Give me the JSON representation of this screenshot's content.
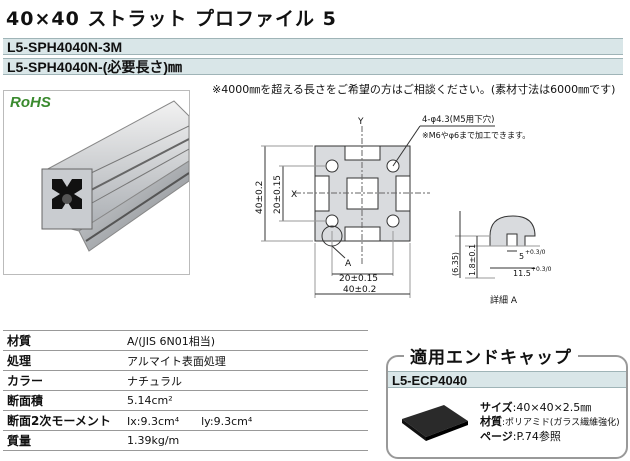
{
  "header": {
    "title": "40×40 ストラット プロファイル 5",
    "part1": "L5-SPH4040N-3M",
    "part2": "L5-SPH4040N-(必要長さ)㎜"
  },
  "note": "※4000㎜を超える長さをご希望の方はご相談ください。(素材寸法は6000㎜です)",
  "photo": {
    "badge": "RoHS"
  },
  "drawing": {
    "axis_y": "Y",
    "axis_x": "X",
    "hole_note_1": "4-φ4.3(M5用下穴)",
    "hole_note_2": "※M6やφ6まで加工できます。",
    "dim_outer_v": "40±0.2",
    "dim_inner_v": "20±0.15",
    "dim_inner_h": "20±0.15",
    "dim_outer_h": "40±0.2",
    "detail_marker": "A",
    "detail_label": "詳細 A",
    "detail_dim_1": "(6.35)",
    "detail_dim_2": "1.8±0.1",
    "detail_dim_3": "5",
    "detail_dim_3_tol": "+0.3/0",
    "detail_dim_4": "11.5",
    "detail_dim_4_tol": "+0.3/0"
  },
  "specs": [
    {
      "label": "材質",
      "value": "A/(JIS 6N01相当)"
    },
    {
      "label": "処理",
      "value": "アルマイト表面処理"
    },
    {
      "label": "カラー",
      "value": "ナチュラル"
    },
    {
      "label": "断面積",
      "value": "5.14cm²"
    },
    {
      "label": "断面2次モーメント",
      "value": "Ix:9.3cm⁴　　ly:9.3cm⁴"
    },
    {
      "label": "質量",
      "value": "1.39kg/m"
    }
  ],
  "endcap": {
    "title": "適用エンドキャップ",
    "code": "L5-ECP4040",
    "size_label": "サイズ",
    "size_value": ":40×40×2.5㎜",
    "material_label": "材質",
    "material_value": ":ポリアミド(ガラス繊維強化)",
    "page_label": "ページ",
    "page_value": ":P.74参照"
  },
  "colors": {
    "bar_bg": "#d9e6e8",
    "rohs_green": "#3a8a2e",
    "dim_line": "#333333"
  }
}
